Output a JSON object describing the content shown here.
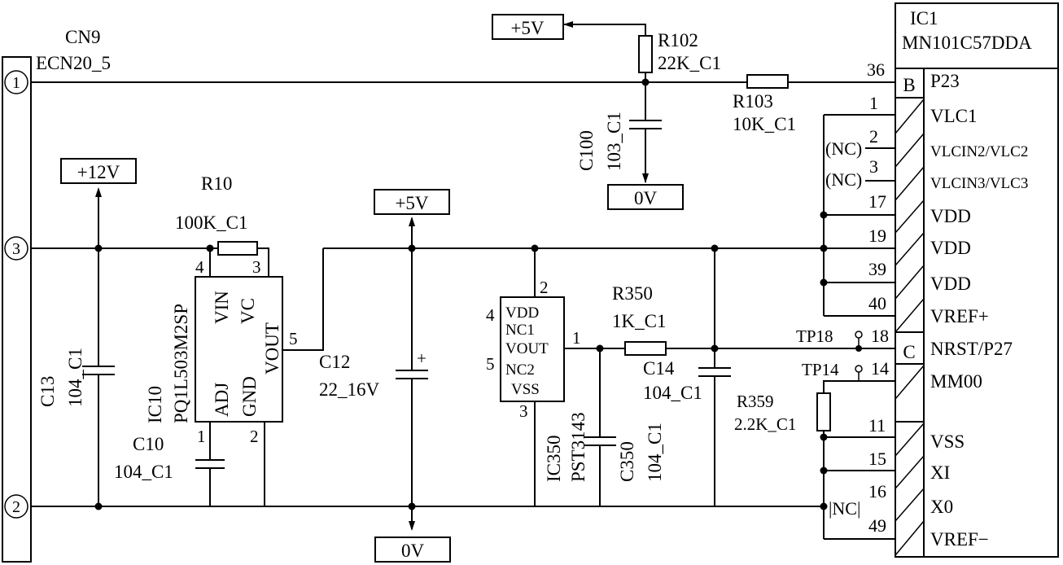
{
  "connector": {
    "ref": "CN9",
    "type": "ECN20_5",
    "pins": [
      "1",
      "3",
      "2"
    ]
  },
  "ic1": {
    "ref": "IC1",
    "part": "MN101C57DDA",
    "pins": [
      {
        "num": "36",
        "port": "B",
        "name": "P23"
      },
      {
        "num": "1",
        "name": "VLC1"
      },
      {
        "num": "2",
        "nc": "(NC)",
        "name": "VLCIN2/VLC2"
      },
      {
        "num": "3",
        "nc": "(NC)",
        "name": "VLCIN3/VLC3"
      },
      {
        "num": "17",
        "name": "VDD"
      },
      {
        "num": "19",
        "name": "VDD"
      },
      {
        "num": "39",
        "name": "VDD"
      },
      {
        "num": "40",
        "name": "VREF+"
      },
      {
        "num": "18",
        "port": "C",
        "name": "NRST/P27"
      },
      {
        "num": "14",
        "name": "MM00"
      },
      {
        "num": "11",
        "name": "VSS"
      },
      {
        "num": "15",
        "name": "XI"
      },
      {
        "num": "16",
        "name": "X0"
      },
      {
        "num": "49",
        "name": "VREF−"
      }
    ],
    "nc_bottom": "|NC|"
  },
  "ic10": {
    "ref": "IC10",
    "part": "PQ1L503M2SP",
    "pins": {
      "vin": "VIN",
      "vc": "VC",
      "vout": "VOUT",
      "adj": "ADJ",
      "gnd": "GND"
    },
    "pin_nums": {
      "vin": "4",
      "vc": "3",
      "vout": "5",
      "adj": "1",
      "gnd": "2"
    }
  },
  "ic350": {
    "ref": "IC350",
    "part": "PST3143",
    "pins": {
      "vdd": "VDD",
      "nc1": "NC1",
      "vout": "VOUT",
      "nc2": "NC2",
      "vss": "VSS"
    },
    "pin_nums": {
      "vdd": "2",
      "nc1": "4",
      "vout": "1",
      "nc2": "5",
      "vss": "3"
    }
  },
  "resistors": [
    {
      "ref": "R102",
      "value": "22K_C1"
    },
    {
      "ref": "R103",
      "value": "10K_C1"
    },
    {
      "ref": "R10",
      "value": "100K_C1"
    },
    {
      "ref": "R350",
      "value": "1K_C1"
    },
    {
      "ref": "R359",
      "value": "2.2K_C1"
    }
  ],
  "capacitors": [
    {
      "ref": "C100",
      "value": "103_C1"
    },
    {
      "ref": "C13",
      "value": "104_C1"
    },
    {
      "ref": "C10",
      "value": "104_C1"
    },
    {
      "ref": "C12",
      "value": "22_16V",
      "polarity": "+"
    },
    {
      "ref": "C14",
      "value": "104_C1"
    },
    {
      "ref": "C350",
      "value": "104_C1"
    }
  ],
  "supplies": {
    "v5_top": "+5V",
    "v12": "+12V",
    "v5_mid": "+5V",
    "gnd_top": "0V",
    "gnd_bottom": "0V"
  },
  "test_points": [
    {
      "ref": "TP18"
    },
    {
      "ref": "TP14"
    }
  ]
}
